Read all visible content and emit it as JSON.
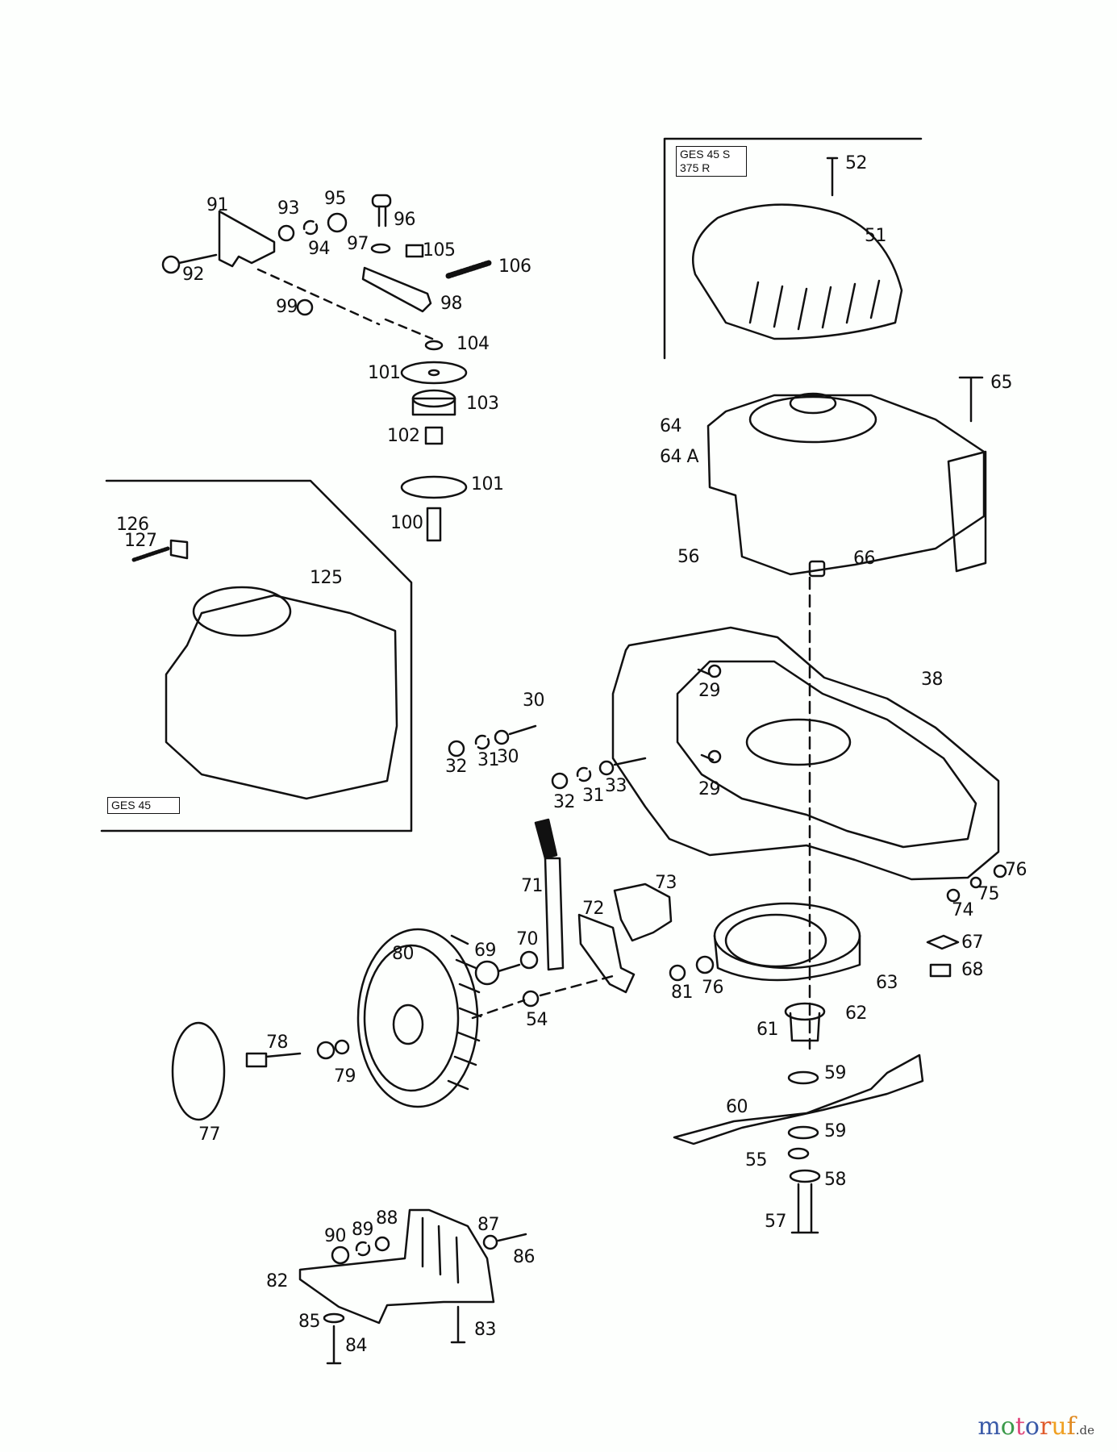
{
  "diagram": {
    "title": "Lawn mower exploded parts diagram",
    "variant_labels": {
      "top_right": [
        "GES 45 S",
        "375 R"
      ],
      "left": "GES 45"
    },
    "part_labels": [
      {
        "id": "91",
        "text": "91"
      },
      {
        "id": "92",
        "text": "92"
      },
      {
        "id": "93",
        "text": "93"
      },
      {
        "id": "94",
        "text": "94"
      },
      {
        "id": "95",
        "text": "95"
      },
      {
        "id": "96",
        "text": "96"
      },
      {
        "id": "97",
        "text": "97"
      },
      {
        "id": "105",
        "text": "105"
      },
      {
        "id": "106",
        "text": "106"
      },
      {
        "id": "98",
        "text": "98"
      },
      {
        "id": "99",
        "text": "99"
      },
      {
        "id": "104",
        "text": "104"
      },
      {
        "id": "101a",
        "text": "101"
      },
      {
        "id": "103",
        "text": "103"
      },
      {
        "id": "102",
        "text": "102"
      },
      {
        "id": "101b",
        "text": "101"
      },
      {
        "id": "100",
        "text": "100"
      },
      {
        "id": "52",
        "text": "52"
      },
      {
        "id": "51",
        "text": "51"
      },
      {
        "id": "65",
        "text": "65"
      },
      {
        "id": "64",
        "text": "64"
      },
      {
        "id": "64A",
        "text": "64 A"
      },
      {
        "id": "56",
        "text": "56"
      },
      {
        "id": "66",
        "text": "66"
      },
      {
        "id": "38",
        "text": "38"
      },
      {
        "id": "29a",
        "text": "29"
      },
      {
        "id": "29b",
        "text": "29"
      },
      {
        "id": "30D",
        "text": "30"
      },
      {
        "id": "126",
        "text": "126"
      },
      {
        "id": "127",
        "text": "127"
      },
      {
        "id": "125",
        "text": "125"
      },
      {
        "id": "32a",
        "text": "32"
      },
      {
        "id": "31a",
        "text": "31"
      },
      {
        "id": "30",
        "text": "30"
      },
      {
        "id": "32b",
        "text": "32"
      },
      {
        "id": "31b",
        "text": "31"
      },
      {
        "id": "33",
        "text": "33"
      },
      {
        "id": "71",
        "text": "71"
      },
      {
        "id": "72",
        "text": "72"
      },
      {
        "id": "73",
        "text": "73"
      },
      {
        "id": "70",
        "text": "70"
      },
      {
        "id": "69",
        "text": "69"
      },
      {
        "id": "80",
        "text": "80"
      },
      {
        "id": "54",
        "text": "54"
      },
      {
        "id": "81",
        "text": "81"
      },
      {
        "id": "76a",
        "text": "76"
      },
      {
        "id": "76b",
        "text": "76"
      },
      {
        "id": "75",
        "text": "75"
      },
      {
        "id": "74",
        "text": "74"
      },
      {
        "id": "67",
        "text": "67"
      },
      {
        "id": "68",
        "text": "68"
      },
      {
        "id": "63",
        "text": "63"
      },
      {
        "id": "62",
        "text": "62"
      },
      {
        "id": "61",
        "text": "61"
      },
      {
        "id": "59a",
        "text": "59"
      },
      {
        "id": "60",
        "text": "60"
      },
      {
        "id": "59b",
        "text": "59"
      },
      {
        "id": "55",
        "text": "55"
      },
      {
        "id": "58",
        "text": "58"
      },
      {
        "id": "57",
        "text": "57"
      },
      {
        "id": "78",
        "text": "78"
      },
      {
        "id": "79",
        "text": "79"
      },
      {
        "id": "77",
        "text": "77"
      },
      {
        "id": "90",
        "text": "90"
      },
      {
        "id": "89",
        "text": "89"
      },
      {
        "id": "88",
        "text": "88"
      },
      {
        "id": "87",
        "text": "87"
      },
      {
        "id": "86",
        "text": "86"
      },
      {
        "id": "82",
        "text": "82"
      },
      {
        "id": "85",
        "text": "85"
      },
      {
        "id": "84",
        "text": "84"
      },
      {
        "id": "83",
        "text": "83"
      }
    ]
  },
  "watermark": {
    "letters": [
      "m",
      "o",
      "t",
      "o",
      "r",
      "u",
      "f"
    ],
    "colors": [
      "#3a5aa8",
      "#3a9a4a",
      "#e0457a",
      "#3a5aa8",
      "#e05a2a",
      "#f0a020",
      "#e08a20"
    ],
    "tld": ".de"
  }
}
